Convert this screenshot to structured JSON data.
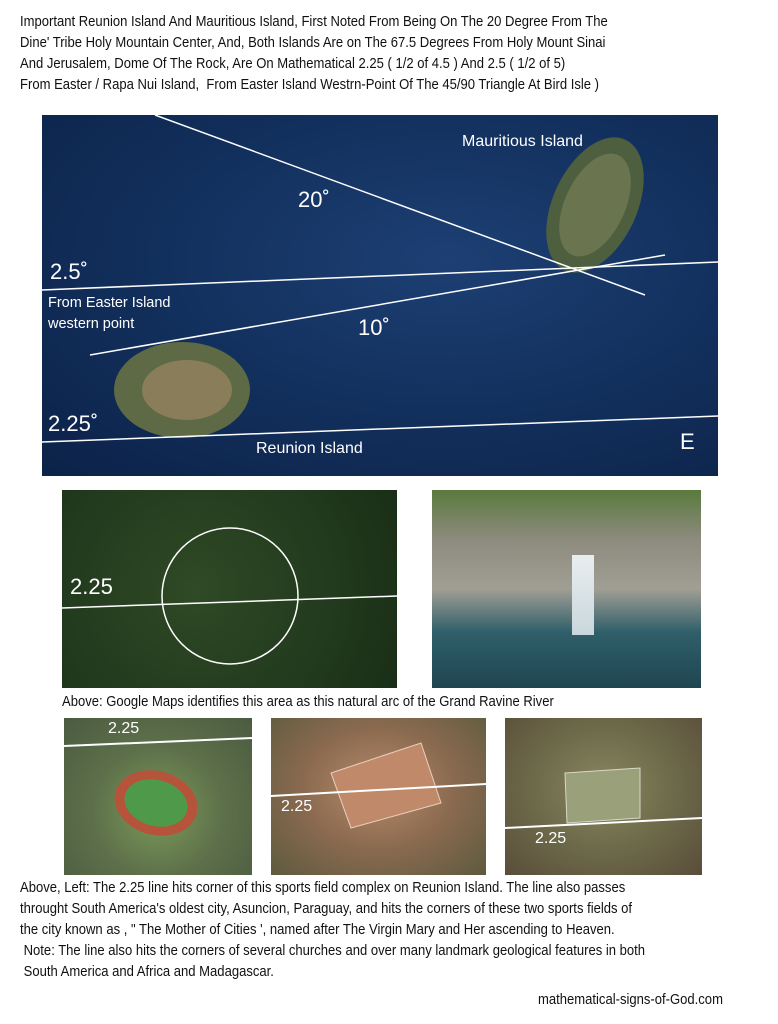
{
  "title_lines": [
    "Important Reunion Island And Mauritious Island, First Noted From Being On The 20 Degree From The",
    "Dine' Tribe Holy Mountain Center, And, Both Islands Are on The 67.5 Degrees From Holy Mount Sinai",
    "And Jerusalem, Dome Of The Rock, Are On Mathematical 2.25 ( 1/2 of 4.5 ) And 2.5 ( 1/2 of 5)",
    "From Easter / Rapa Nui Island,  From Easter Island Westrn-Point Of The 45/90 Triangle At Bird Isle )"
  ],
  "map": {
    "mauritius_label": "Mauritious Island",
    "angle_20": "20˚",
    "angle_2_5": "2.5˚",
    "from_easter_1": "From Easter Island",
    "from_easter_2": "western point",
    "angle_10": "10˚",
    "angle_2_25": "2.25˚",
    "reunion_label": "Reunion Island",
    "east_label": "E"
  },
  "forest": {
    "label": "2.25"
  },
  "caption1": "Above: Google Maps identifies this area as this natural arc of the Grand Ravine River",
  "fields": [
    {
      "label": "2.25"
    },
    {
      "label": "2.25"
    },
    {
      "label": "2.25"
    }
  ],
  "paragraph_lines": [
    "Above, Left: The 2.25 line hits corner of this sports field complex on Reunion Island. The line also passes",
    "throught South America's oldest city, Asuncion, Paraguay, and hits the corners of these two sports fields of",
    "the city known as , \" The Mother of Cities ', named after The Virgin Mary and Her ascending to Heaven.",
    " Note: The line also hits the corners of several churches and over many landmark geological features in both",
    " South America and Africa and Madagascar."
  ],
  "footer": "mathematical-signs-of-God.com"
}
